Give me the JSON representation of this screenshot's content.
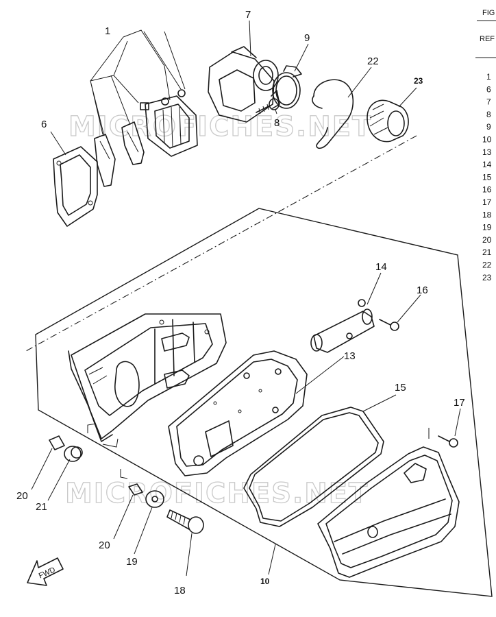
{
  "watermark": "MICROFICHES.NET",
  "header": {
    "fig_label": "FIG",
    "ref_label": "REF"
  },
  "ref_list": [
    "1",
    "6",
    "7",
    "8",
    "9",
    "10",
    "13",
    "14",
    "15",
    "16",
    "17",
    "18",
    "19",
    "20",
    "21",
    "22",
    "23"
  ],
  "callouts": {
    "p1": "1",
    "p6": "6",
    "p7": "7",
    "p8": "8",
    "p9": "9",
    "p22": "22",
    "p23": "23",
    "p14": "14",
    "p16": "16",
    "p13": "13",
    "p15": "15",
    "p17": "17",
    "p20": "20",
    "p21": "21",
    "p20b": "20",
    "p19": "19",
    "p18": "18",
    "p10": "10"
  },
  "fwd_label": "FWD"
}
